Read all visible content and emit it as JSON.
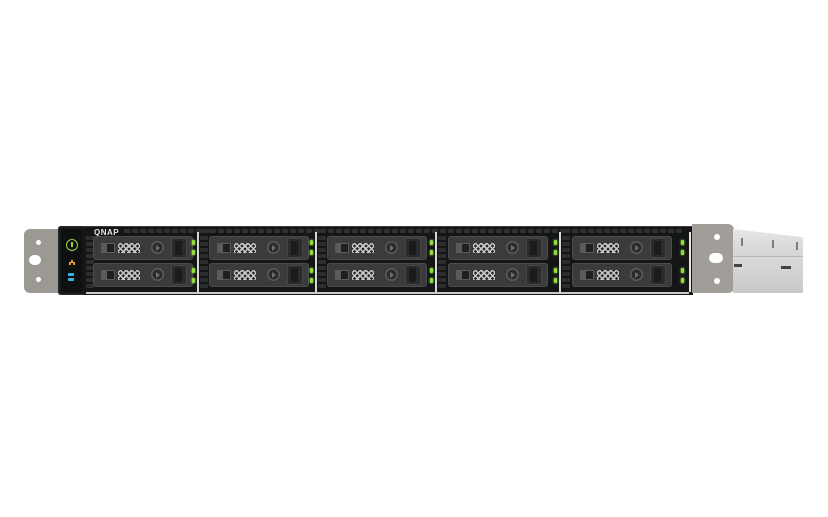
{
  "device": {
    "brand_logo": "QNAP",
    "type": "1U rackmount NAS",
    "bay_count": 10,
    "columns": 5,
    "rows": 2,
    "colors": {
      "chassis": "#141516",
      "tray": "#3a3b3c",
      "ear": "#9c9893",
      "led_green": "#8ee03a",
      "power_led": "#9bd43a",
      "network_led": "#e89a2a",
      "id_led": "#38b6e8",
      "rail": "#d4d4d4"
    }
  },
  "control_panel": {
    "indicators": [
      {
        "name": "power-button",
        "color": "#9bd43a"
      },
      {
        "name": "network-indicator",
        "color": "#e89a2a"
      },
      {
        "name": "identify-indicator",
        "color": "#38b6e8"
      }
    ]
  },
  "drive_bays": [
    {
      "column": 1,
      "row": 1,
      "leds": [
        "green",
        "green"
      ]
    },
    {
      "column": 1,
      "row": 2,
      "leds": [
        "green",
        "green"
      ]
    },
    {
      "column": 2,
      "row": 1,
      "leds": [
        "green",
        "green"
      ]
    },
    {
      "column": 2,
      "row": 2,
      "leds": [
        "green",
        "green"
      ]
    },
    {
      "column": 3,
      "row": 1,
      "leds": [
        "green",
        "green"
      ]
    },
    {
      "column": 3,
      "row": 2,
      "leds": [
        "green",
        "green"
      ]
    },
    {
      "column": 4,
      "row": 1,
      "leds": [
        "green",
        "green"
      ]
    },
    {
      "column": 4,
      "row": 2,
      "leds": [
        "green",
        "green"
      ]
    },
    {
      "column": 5,
      "row": 1,
      "leds": [
        "green",
        "green"
      ]
    },
    {
      "column": 5,
      "row": 2,
      "leds": [
        "green",
        "green"
      ]
    }
  ]
}
